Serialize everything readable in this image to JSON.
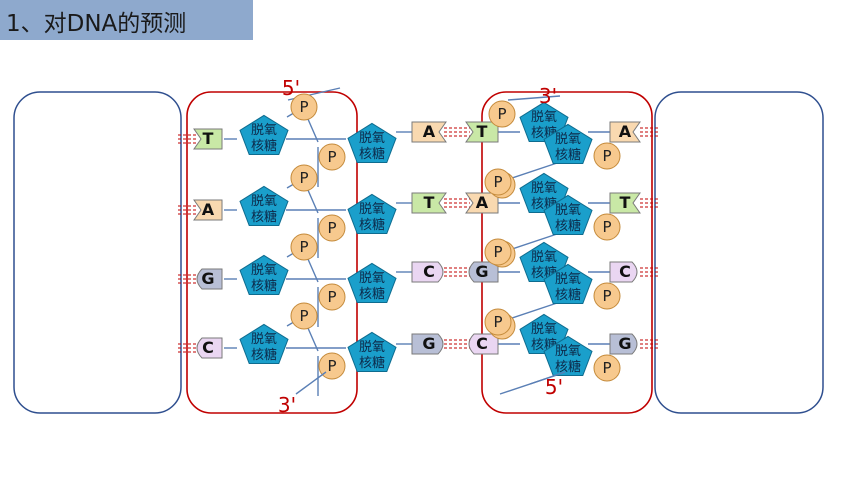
{
  "title": "1、对DNA的预测",
  "sugar_label_line1": "脱氧",
  "sugar_label_line2": "核糖",
  "phosphate_label": "P",
  "labels": {
    "five_prime": "5'",
    "three_prime": "3'"
  },
  "bases": {
    "A": "A",
    "T": "T",
    "G": "G",
    "C": "C"
  },
  "colors": {
    "title_bg": "#8ea9cd",
    "sugar": "#1a9fcb",
    "phosphate": "#f7c98e",
    "base_A": "#f9d9b0",
    "base_T": "#c9e8a6",
    "base_G": "#b8bfd6",
    "base_C": "#ead6f2",
    "box_red": "#c00000",
    "box_blue": "#2f4f8f",
    "hbond": "#c00000"
  }
}
